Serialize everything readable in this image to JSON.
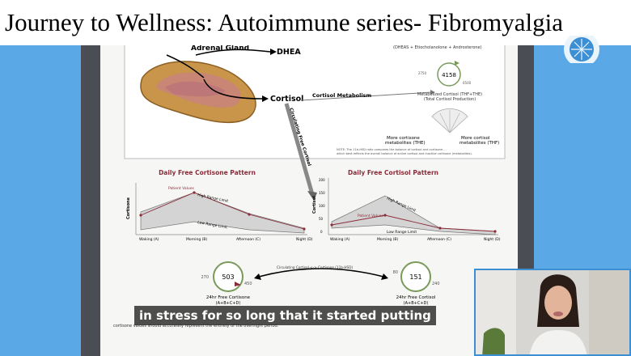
{
  "title": "Journey to Wellness: Autoimmune series- Fibromyalgia",
  "caption": "in stress for so long that it started putting",
  "diagram": {
    "adrenal_label": "Adrenal Gland",
    "dhea_label": "DHEA",
    "dhea_detail": "(DHEAS + Etiocholanolone + Androsterone)",
    "cortisol_label": "Cortisol",
    "cortisol_metabolism": "Cortisol Metabolism",
    "circulating_label": "Circulating Free Cortisol",
    "gauge_value": "4158",
    "gauge_low": "2750",
    "gauge_high": "6500",
    "metabolized_line1": "Metabolized Cortisol (THF+THE)",
    "metabolized_line2": "(Total Cortisol Production)",
    "more_cortisone": "More cortisone",
    "more_cortisone_2": "metabolites (THE)",
    "more_cortisol": "More cortisol",
    "more_cortisol_2": "metabolites (THF)",
    "note": "NOTE: The 11b-HSD ratio compares the balance of cortisol and cortisone ...",
    "note2": "which best reflects the overall balance of active cortisol and inactive cortisone (metabolites)."
  },
  "charts": {
    "cortisone_title": "Daily Free Cortisone Pattern",
    "cortisol_title": "Daily Free Cortisol Pattern",
    "cortisone_ylabel": "Cortisone",
    "cortisol_ylabel": "Cortisol",
    "patient_values": "Patient Values",
    "high_range": "High Range Limit",
    "low_range": "Low Range Limit",
    "x_labels": [
      "Waking (A)",
      "Morning (B)",
      "Afternoon (C)",
      "Night (D)"
    ],
    "cortisol_yticks": [
      "200",
      "150",
      "100",
      "50",
      "0"
    ]
  },
  "bottom": {
    "cortisone_total": "503",
    "cortisone_low": "270",
    "cortisone_high": "450",
    "cortisone_label": "24hr Free Cortisone",
    "cortisone_formula": "(A+B+C+D)",
    "cortisol_total": "151",
    "cortisol_low": "80",
    "cortisol_high": "240",
    "cortisol_label": "24hr Free Cortisol",
    "cortisol_formula": "(A+B+C+D)",
    "arrow_label": "Circulating Cortisol <-> Cortisone (11b-HSD)",
    "footnote": "cortisone values should accurately represent the entirety of the overnight period."
  },
  "colors": {
    "accent": "#3d8fd4",
    "bg": "#5aa8e6",
    "title_color": "#8b2c3a"
  }
}
